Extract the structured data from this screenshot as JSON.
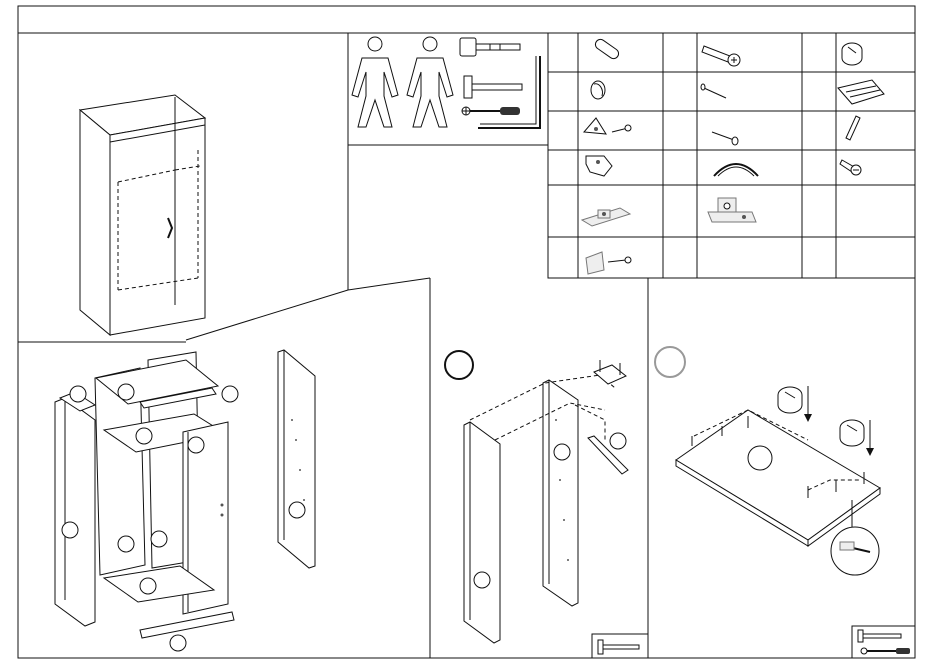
{
  "header": {
    "title": ""
  },
  "colors": {
    "line": "#111111",
    "fill": "#ffffff",
    "gray": "#8a8a8a"
  },
  "overview": {
    "label": "wardrobe-overview"
  },
  "tools": {
    "items": [
      "two-persons-icon",
      "rubber-mallet-icon",
      "hammer-icon",
      "screwdriver-icon",
      "allen-key-icon"
    ]
  },
  "parts": {
    "rows": 6,
    "cols": 3,
    "cells": [
      [
        "dowel-icon",
        "cam-bolt-icon",
        "cam-lock-icon"
      ],
      [
        "cover-cap-icon",
        "nail-icon",
        "rail-holder-icon"
      ],
      [
        "shelf-support-icon",
        "screw-icon",
        "hanging-rail-icon"
      ],
      [
        "rail-bracket-icon",
        "handle-icon",
        "wood-screw-icon"
      ],
      [
        "hinge-plate-icon",
        "hinge-icon",
        ""
      ],
      [
        "corner-bracket-icon",
        "",
        ""
      ]
    ]
  },
  "steps": [
    {
      "name": "step-1-exploded-view",
      "number": ""
    },
    {
      "name": "step-2-side-assembly",
      "number": ""
    },
    {
      "name": "step-3-bottom-panel",
      "number": ""
    }
  ]
}
